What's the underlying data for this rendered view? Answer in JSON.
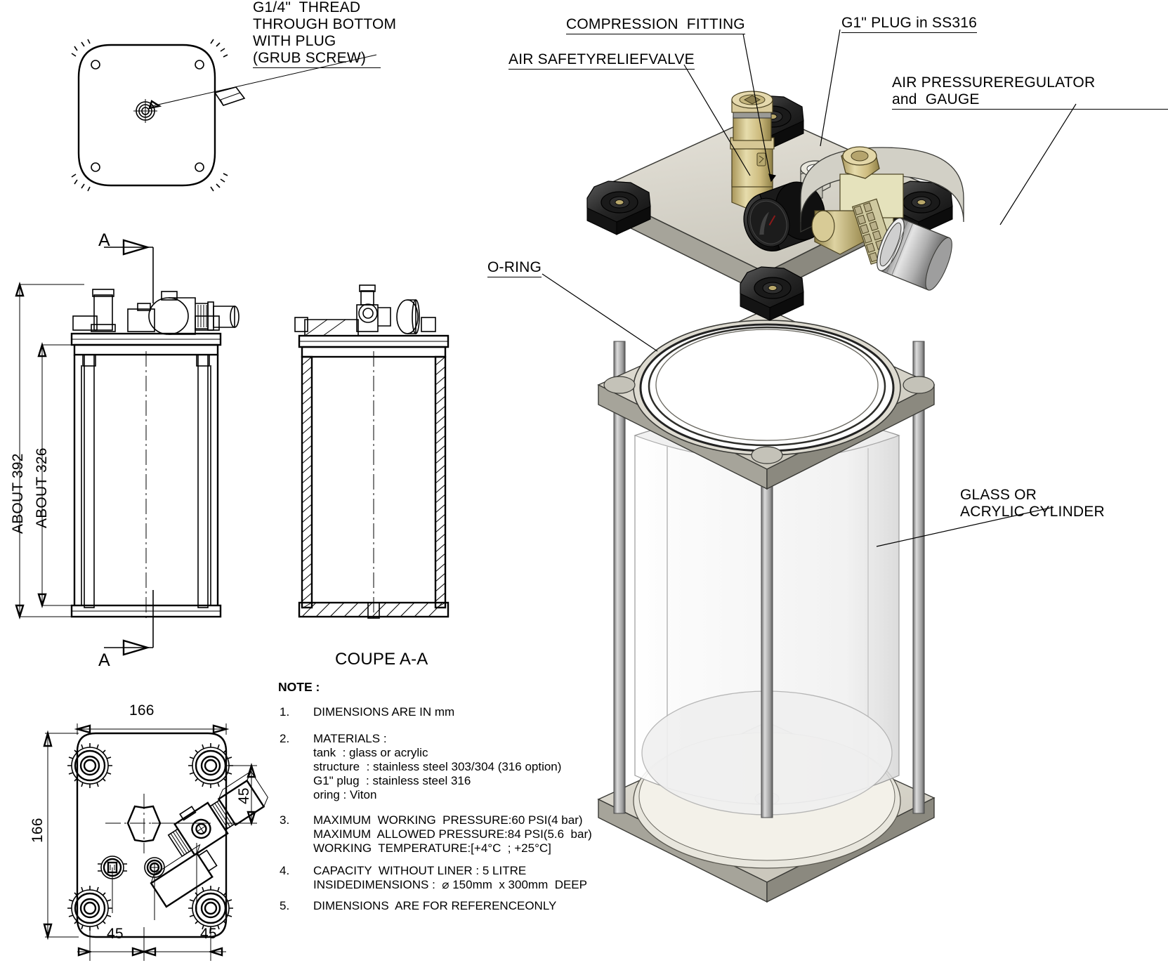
{
  "drawing": {
    "title": "Pressure Tank Assembly Technical Drawing",
    "units_note": "DIMENSIONS ARE IN mm"
  },
  "callouts": {
    "top_left_thread": {
      "line1": "G1/4\"  THREAD",
      "line2": "THROUGH BOTTOM",
      "line3": "WITH PLUG",
      "line4": "(GRUB SCREW)"
    },
    "compression_fitting": "COMPRESSION  FITTING",
    "air_safety_relief_valve": "AIR SAFETYRELIEFVALVE",
    "g1_plug_ss316": "G1\" PLUG in SS316",
    "air_pressure_regulator_line1": "AIR PRESSUREREGULATOR",
    "air_pressure_regulator_line2": "and  GAUGE",
    "o_ring": "O-RING",
    "glass_cylinder_line1": "GLASS OR",
    "glass_cylinder_line2": "ACRYLIC CYLINDER"
  },
  "dimensions": {
    "height_overall": "ABOUT 392",
    "height_inner": "ABOUT 326",
    "plan_width": "166",
    "plan_height": "166",
    "offset_right": "45",
    "offset_bottom_left": "45",
    "offset_bottom_right": "45"
  },
  "section": {
    "marker_top": "A",
    "marker_bottom": "A",
    "caption": "COUPE A-A"
  },
  "notes": {
    "header": "NOTE :",
    "items": [
      {
        "num": "1.",
        "lines": [
          "DIMENSIONS ARE IN mm"
        ]
      },
      {
        "num": "2.",
        "lines": [
          "MATERIALS :",
          "tank  : glass or acrylic",
          "structure  : stainless steel 303/304 (316 option)",
          "G1\" plug  : stainless steel 316",
          "oring : Viton"
        ]
      },
      {
        "num": "3.",
        "lines": [
          "MAXIMUM  WORKING  PRESSURE:60 PSI(4 bar)",
          "MAXIMUM  ALLOWED PRESSURE:84 PSI(5.6  bar)",
          "WORKING  TEMPERATURE:[+4°C  ; +25°C]"
        ]
      },
      {
        "num": "4.",
        "lines": [
          "CAPACITY  WITHOUT LINER : 5 LITRE",
          "INSIDEDIMENSIONS :  ⌀ 150mm  x 300mm  DEEP"
        ]
      },
      {
        "num": "5.",
        "lines": [
          "DIMENSIONS  ARE FOR REFERENCEONLY"
        ]
      }
    ]
  },
  "colors": {
    "line": "#000000",
    "plate_fill": "#d9d7cd",
    "plate_edge": "#8c8a80",
    "brass": "#cdbb7e",
    "brass_light": "#e2d5a4",
    "brass_dark": "#9c8c51",
    "knob_black": "#2a2a2a",
    "knob_black_light": "#4a4a4a",
    "steel": "#b8b8b8",
    "steel_light": "#e0e0e0",
    "steel_dark": "#6e6e6e",
    "glass": "#f2f2f2",
    "oring_dark": "#3c3c38"
  }
}
